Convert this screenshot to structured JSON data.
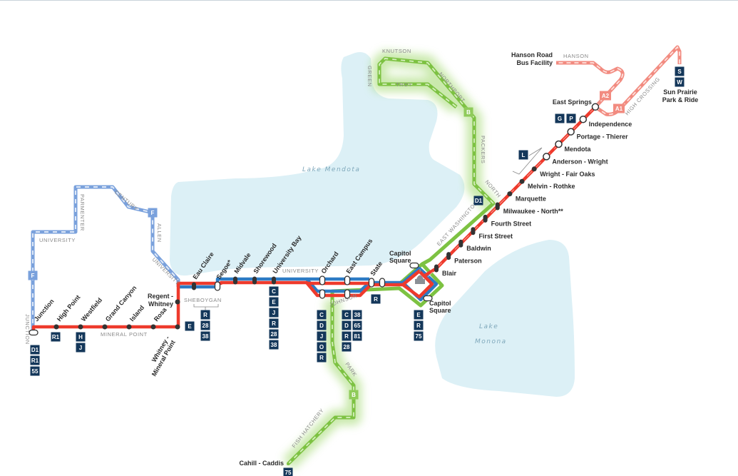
{
  "colors": {
    "red_line": "#ee3a2c",
    "blue_line": "#2d7bc4",
    "f_route": "#7aa1dc",
    "green_line": "#7dc242",
    "a_branch": "#f28b80",
    "route_badge": "#14375a",
    "lake": "#dcf0f6"
  },
  "lakes": {
    "mendota": "Lake Mendota",
    "monona": [
      "Lake",
      "Monona"
    ]
  },
  "stations": {
    "west": [
      "Junction",
      "High Point",
      "Westfield",
      "Grand Canyon",
      "Island",
      "Rosa"
    ],
    "regent_whitney": [
      "Regent -",
      "Whitney"
    ],
    "whitney_mineral_point": [
      "Whitney -",
      "Mineral Point"
    ],
    "campus": [
      "Eau Claire",
      "Segoe*",
      "Midvale",
      "Shorewood",
      "University Bay",
      "Orchard",
      "East Campus",
      "State"
    ],
    "capitol_north": [
      "Capitol",
      "Square"
    ],
    "capitol_south": [
      "Capitol",
      "Square"
    ],
    "east": [
      "Blair",
      "Paterson",
      "Baldwin",
      "First Street",
      "Fourth Street",
      "Milwaukee - North**",
      "Marquette",
      "Melvin - Rothke",
      "Wright - Fair Oaks",
      "Anderson - Wright",
      "Mendota",
      "Portage - Thierer",
      "Independence",
      "East Springs"
    ],
    "hanson": [
      "Hanson Road",
      "Bus Facility"
    ],
    "sun_prairie": [
      "Sun Prairie",
      "Park & Ride"
    ],
    "cahill": "Cahill - Caddis"
  },
  "streets": {
    "junction": "JUNCTION",
    "university_west": "UNIVERSITY",
    "parmenter": "PARMENTER",
    "century": "CENTURY",
    "allen": "ALLEN",
    "university_diag": "UNIVERSITY",
    "sheboygan": "SHEBOYGAN",
    "mineral_point": "MINERAL POINT",
    "university_campus": "UNIVERSITY",
    "johnson": "JOHNSON",
    "park": "PARK",
    "fish_hatchery": "FISH HATCHERY",
    "knutson": "KNUTSON",
    "green": "GREEN",
    "troy": "TROY",
    "northport": "NORTHPORT",
    "packers": "PACKERS",
    "north": "NORTH",
    "east_washington": "EAST WASHINGTON",
    "hanson": "HANSON",
    "high_crossing": "HIGH CROSSING"
  },
  "badges": {
    "junction": [
      "D1",
      "R1",
      "55"
    ],
    "high_point": [
      "R1"
    ],
    "westfield": [
      "H",
      "J"
    ],
    "whitney_mineral_point": [
      "E"
    ],
    "sheboygan": [
      "R",
      "28",
      "38"
    ],
    "university_bay": [
      "C",
      "E",
      "J",
      "R",
      "28",
      "38"
    ],
    "orchard": [
      "C",
      "D",
      "J",
      "O",
      "R"
    ],
    "east_campus_a": [
      "C",
      "D",
      "R",
      "28"
    ],
    "east_campus_b": [
      "38",
      "65",
      "81"
    ],
    "state": [
      "R"
    ],
    "capitol_square": [
      "E",
      "R",
      "75"
    ],
    "milwaukee_north": [
      "D1"
    ],
    "wright_fair_oaks": [
      "L"
    ],
    "independence": [
      "G",
      "P"
    ],
    "sun_prairie": [
      "S",
      "W"
    ],
    "cahill": [
      "75"
    ]
  },
  "line_badges": {
    "f": "F",
    "b": "B",
    "a1": "A1",
    "a2": "A2"
  }
}
